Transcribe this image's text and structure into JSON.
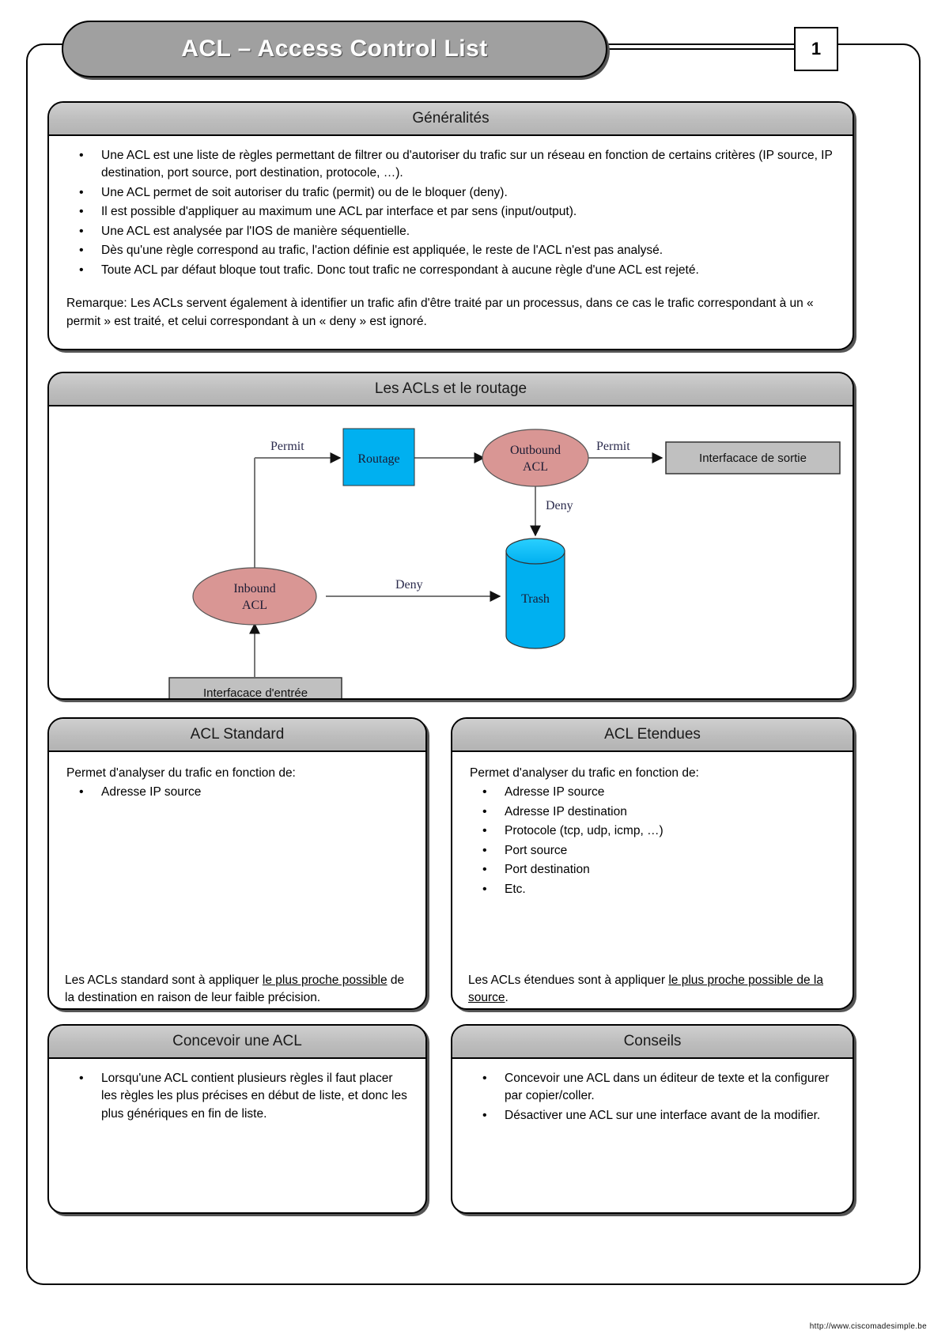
{
  "header": {
    "title": "ACL – Access Control List",
    "page_number": "1"
  },
  "panels": {
    "generalites": {
      "title": "Généralités",
      "bullets": [
        "Une ACL est une liste de règles permettant de filtrer ou d'autoriser du trafic sur un réseau en fonction de certains critères (IP source, IP destination, port source, port destination, protocole, …).",
        "Une ACL permet de soit autoriser du trafic (permit) ou de le bloquer (deny).",
        "Il est possible d'appliquer au maximum une ACL par interface et par sens (input/output).",
        "Une ACL est analysée par l'IOS de manière séquentielle.",
        "Dès qu'une règle correspond au trafic, l'action définie est appliquée, le reste de l'ACL n'est pas analysé.",
        "Toute ACL par défaut bloque tout trafic. Donc tout trafic ne correspondant à aucune règle d'une ACL est rejeté."
      ],
      "note": "Remarque: Les ACLs servent également à identifier un trafic afin d'être traité par un processus, dans ce cas le trafic correspondant à un « permit » est traité, et celui correspondant à un « deny » est ignoré."
    },
    "routage": {
      "title": "Les ACLs et le routage"
    },
    "acl_standard": {
      "title": "ACL Standard",
      "intro": "Permet d'analyser du trafic en fonction de:",
      "bullets": [
        "Adresse IP source"
      ],
      "closing_pre": "Les ACLs standard sont à appliquer ",
      "closing_underlined": "le plus proche possible",
      "closing_post": " de la destination en raison de leur faible précision."
    },
    "acl_etendues": {
      "title": "ACL Etendues",
      "intro": "Permet d'analyser du trafic en fonction de:",
      "bullets": [
        "Adresse IP source",
        "Adresse IP destination",
        "Protocole (tcp, udp, icmp, …)",
        "Port source",
        "Port destination",
        "Etc."
      ],
      "closing_pre": "Les ACLs étendues sont à appliquer ",
      "closing_underlined": "le plus proche possible de la source",
      "closing_post": "."
    },
    "concevoir": {
      "title": "Concevoir une ACL",
      "bullets": [
        "Lorsqu'une ACL contient plusieurs règles il faut placer les règles les plus précises en début de liste, et donc les plus génériques en fin de liste."
      ]
    },
    "conseils": {
      "title": "Conseils",
      "bullets": [
        "Concevoir une ACL dans un éditeur de texte et la configurer par copier/coller.",
        "Désactiver une ACL sur une interface avant de la modifier."
      ]
    }
  },
  "diagram": {
    "nodes": {
      "routage": "Routage",
      "outbound_acl_line1": "Outbound",
      "outbound_acl_line2": "ACL",
      "inbound_acl_line1": "Inbound",
      "inbound_acl_line2": "ACL",
      "trash": "Trash",
      "interface_sortie": "Interfacace de sortie",
      "interface_entree": "Interfacace d'entrée"
    },
    "edges": {
      "permit_in": "Permit",
      "permit_out": "Permit",
      "deny_outbound": "Deny",
      "deny_inbound": "Deny"
    },
    "colors": {
      "process_fill": "#00b0f0",
      "acl_fill": "#d99694",
      "interface_fill": "#c0c0c0",
      "trash_fill": "#00b0f0"
    }
  },
  "footer": {
    "url": "http://www.ciscomadesimple.be"
  }
}
